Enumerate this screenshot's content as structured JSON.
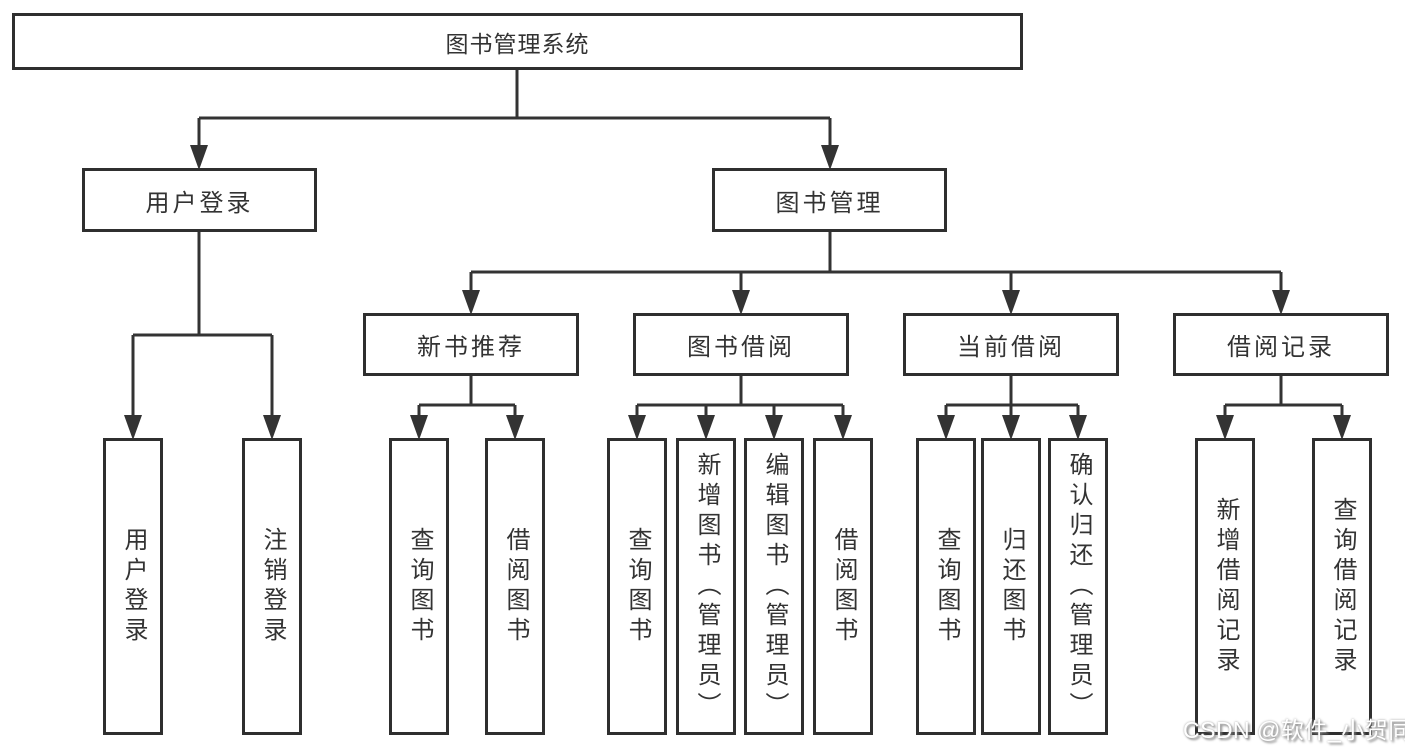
{
  "diagram": {
    "title": "图书管理系统",
    "root": {
      "label": "图书管理系统"
    },
    "level2": [
      {
        "label": "用户登录"
      },
      {
        "label": "图书管理"
      }
    ],
    "level3": [
      {
        "label": "新书推荐"
      },
      {
        "label": "图书借阅"
      },
      {
        "label": "当前借阅"
      },
      {
        "label": "借阅记录"
      }
    ],
    "leaves": {
      "user_login": [
        {
          "label": "用户登录"
        },
        {
          "label": "注销登录"
        }
      ],
      "new_book": [
        {
          "label": "查询图书"
        },
        {
          "label": "借阅图书"
        }
      ],
      "book_borrow": [
        {
          "label": "查询图书"
        },
        {
          "label": "新增图书（管理员）"
        },
        {
          "label": "编辑图书（管理员）"
        },
        {
          "label": "借阅图书"
        }
      ],
      "current_borrow": [
        {
          "label": "查询图书"
        },
        {
          "label": "归还图书"
        },
        {
          "label": "确认归还（管理员）"
        }
      ],
      "borrow_records": [
        {
          "label": "新增借阅记录"
        },
        {
          "label": "查询借阅记录"
        }
      ]
    },
    "colors": {
      "line": "#333333",
      "text": "#333333",
      "box_background": "#ffffff"
    }
  },
  "watermark": {
    "text": "CSDN @软件_小贺同学"
  }
}
